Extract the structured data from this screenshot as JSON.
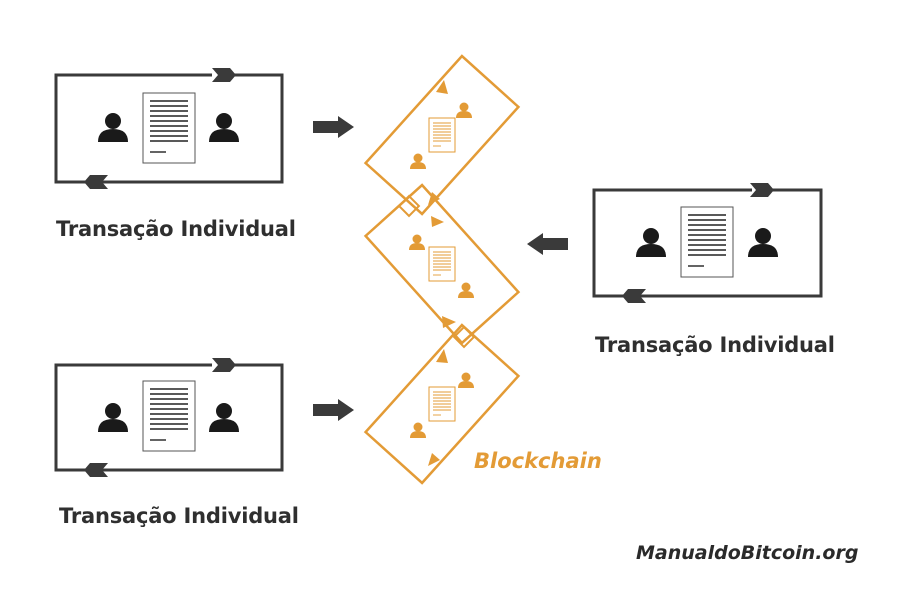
{
  "transactions": [
    {
      "label": "Transação Individual"
    },
    {
      "label": "Transação Individual"
    },
    {
      "label": "Transação Individual"
    }
  ],
  "blockchain": {
    "label": "Blockchain",
    "color": "#E39B36",
    "block_count": 3
  },
  "footer": {
    "credit": "ManualdoBitcoin.org"
  },
  "colors": {
    "frame": "#3a3a3a",
    "text": "#2f2f2f",
    "accent": "#E39B36"
  },
  "icons": [
    "person-icon",
    "document-icon",
    "arrow-icon"
  ]
}
